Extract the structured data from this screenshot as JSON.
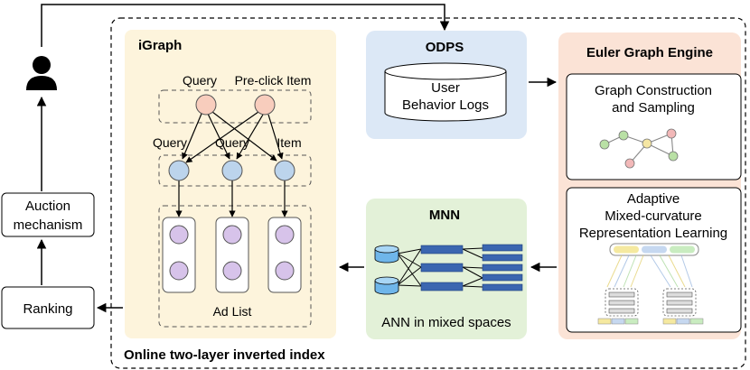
{
  "outer_region": {
    "caption": "Online two-layer inverted index"
  },
  "left_flow": {
    "auction": {
      "line1": "Auction",
      "line2": "mechanism"
    },
    "ranking": {
      "label": "Ranking"
    }
  },
  "igraph": {
    "title": "iGraph",
    "top_labels": [
      "Query",
      "Pre-click Item"
    ],
    "mid_labels": [
      "Query",
      "Query",
      "Item"
    ],
    "ad_list_label": "Ad List"
  },
  "odps": {
    "title": "ODPS",
    "store_line1": "User",
    "store_line2": "Behavior Logs"
  },
  "euler": {
    "title": "Euler Graph Engine",
    "graph_box": {
      "line1": "Graph Construction",
      "line2": "and Sampling"
    },
    "repr_box": {
      "line1": "Adaptive",
      "line2": "Mixed-curvature",
      "line3": "Representation Learning"
    }
  },
  "mnn": {
    "title": "MNN",
    "caption": "ANN in mixed spaces"
  },
  "colors": {
    "igraph_bg": "#fdf4dc",
    "odps_bg": "#dce8f6",
    "euler_bg": "#fbe3d6",
    "mnn_bg": "#e3f1d8",
    "query_node": "#f8cdbd",
    "mid_node": "#bcd4ec",
    "ad_node": "#d7c3ea",
    "mnn_bar": "#3b66b0"
  }
}
